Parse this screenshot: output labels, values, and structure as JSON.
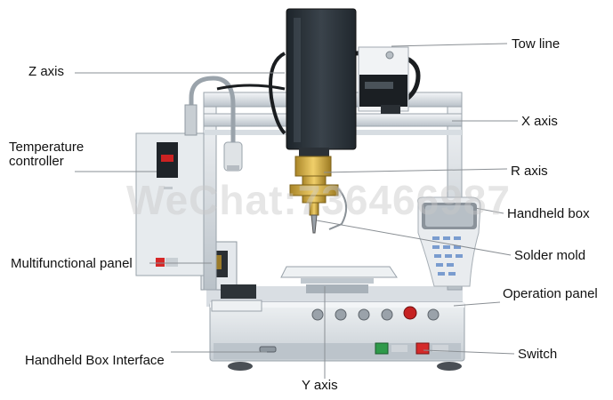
{
  "watermark": "WeChat:736466987",
  "labels": {
    "z_axis": "Z axis",
    "temperature_controller": "Temperature controller",
    "multifunctional_panel": "Multifunctional panel",
    "handheld_box_interface": "Handheld Box Interface",
    "y_axis": "Y axis",
    "tow_line": "Tow line",
    "x_axis": "X axis",
    "r_axis": "R axis",
    "handheld_box": "Handheld box",
    "solder_mold": "Solder mold",
    "operation_panel": "Operation panel",
    "switch": "Switch"
  },
  "colors": {
    "frame": "#dfe4e8",
    "frame_shadow": "#a9b2ba",
    "head_dark": "#2a3138",
    "brass": "#d8b24a",
    "red_switch": "#d42a2a",
    "green_switch": "#2f9a4a",
    "leader_line": "#8a8f94"
  }
}
